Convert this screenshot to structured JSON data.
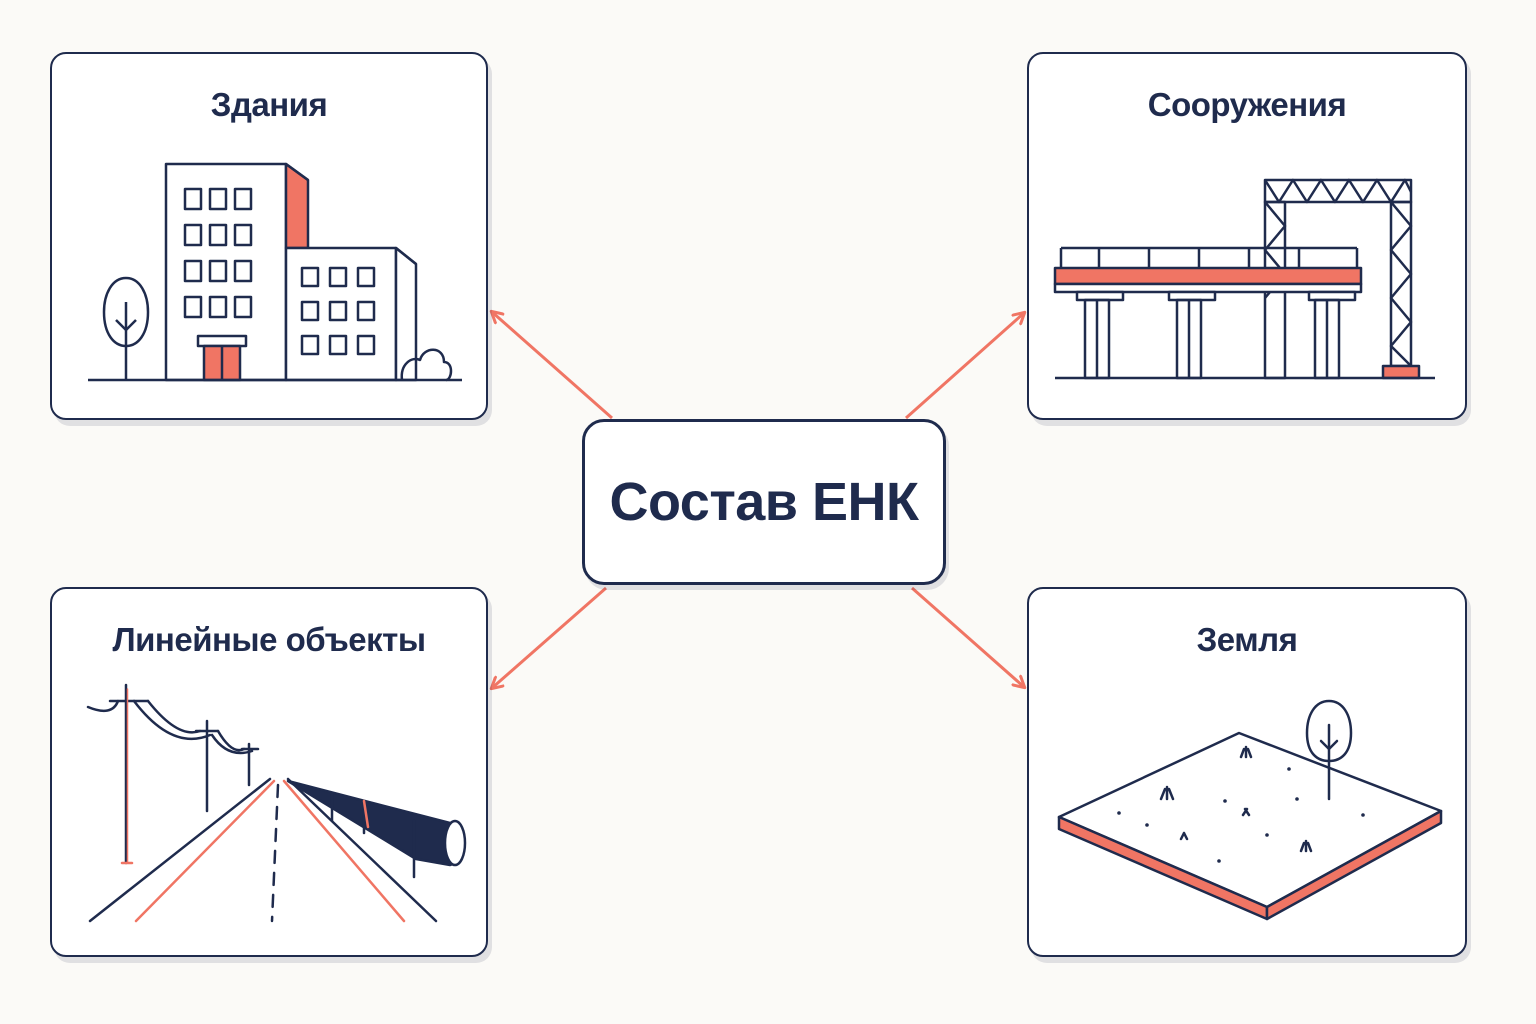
{
  "center": {
    "title": "Состав ЕНК"
  },
  "cards": {
    "buildings": {
      "title": "Здания"
    },
    "structures": {
      "title": "Сооружения"
    },
    "linear": {
      "title": "Линейные объекты"
    },
    "land": {
      "title": "Земля"
    }
  },
  "colors": {
    "ink": "#1f2b4d",
    "accent": "#f07564",
    "background": "#fbfaf7"
  }
}
